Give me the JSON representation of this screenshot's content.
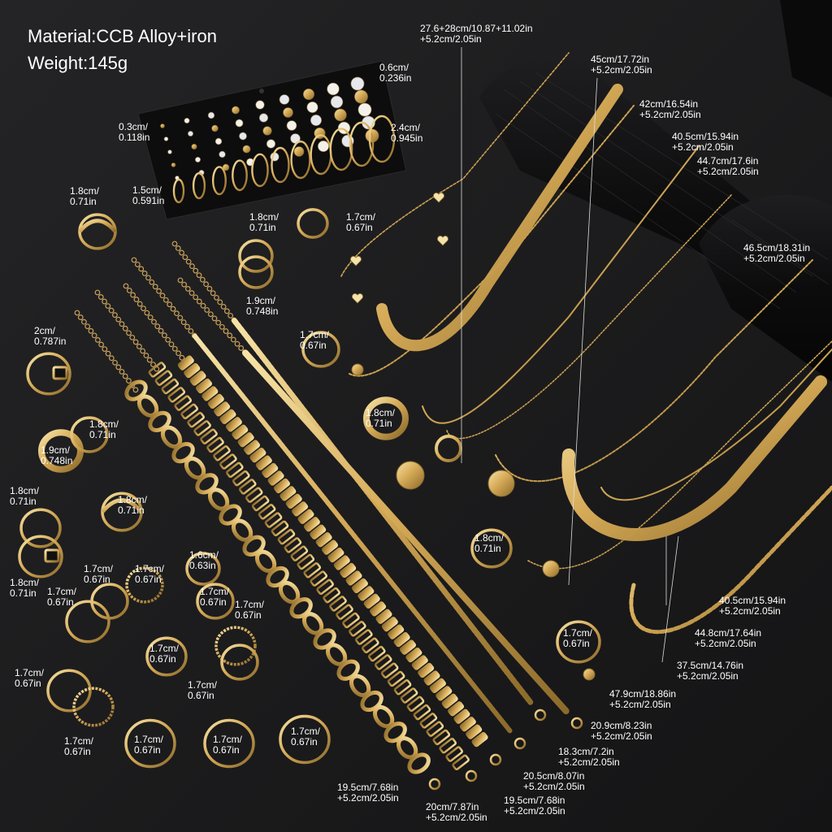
{
  "header": {
    "material": "Material:CCB Alloy+iron",
    "weight": "Weight:145g"
  },
  "colors": {
    "background": "#1b1b1c",
    "gold": "#d8b060",
    "gold_light": "#f3dc9a",
    "gold_dark": "#8a6a2c",
    "card": "#0d0d0e",
    "text": "#ffffff"
  },
  "earrings": [
    {
      "a": "0.6cm/",
      "b": "0.236in"
    },
    {
      "a": "0.3cm/",
      "b": "0.118in"
    },
    {
      "a": "2.4cm/",
      "b": "0.945in"
    },
    {
      "a": "1.5cm/",
      "b": "0.591in"
    }
  ],
  "rings": [
    {
      "a": "1.8cm/",
      "b": "0.71in"
    },
    {
      "a": "1.8cm/",
      "b": "0.71in"
    },
    {
      "a": "1.7cm/",
      "b": "0.67in"
    },
    {
      "a": "1.9cm/",
      "b": "0.748in"
    },
    {
      "a": "1.7cm/",
      "b": "0.67in"
    },
    {
      "a": "1.8cm/",
      "b": "0.71in"
    },
    {
      "a": "2cm/",
      "b": "0.787in"
    },
    {
      "a": "1.8cm/",
      "b": "0.71in"
    },
    {
      "a": "1.9cm/",
      "b": "0.748in"
    },
    {
      "a": "1.8cm/",
      "b": "0.71in"
    },
    {
      "a": "1.8cm/",
      "b": "0.71in"
    },
    {
      "a": "1.8cm/",
      "b": "0.71in"
    },
    {
      "a": "1.8cm/",
      "b": "0.71in"
    },
    {
      "a": "1.7cm/",
      "b": "0.67in"
    },
    {
      "a": "1.7cm/",
      "b": "0.67in"
    },
    {
      "a": "1.7cm/",
      "b": "0.67in"
    },
    {
      "a": "1.6cm/",
      "b": "0.63in"
    },
    {
      "a": "1.7cm/",
      "b": "0.67in"
    },
    {
      "a": "1.7cm/",
      "b": "0.67in"
    },
    {
      "a": "1.7cm/",
      "b": "0.67in"
    },
    {
      "a": "1.7cm/",
      "b": "0.67in"
    },
    {
      "a": "1.7cm/",
      "b": "0.67in"
    },
    {
      "a": "1.7cm/",
      "b": "0.67in"
    },
    {
      "a": "1.7cm/",
      "b": "0.67in"
    },
    {
      "a": "1.7cm/",
      "b": "0.67in"
    },
    {
      "a": "1.7cm/",
      "b": "0.67in"
    },
    {
      "a": "1.7cm/",
      "b": "0.67in"
    }
  ],
  "necklaces": [
    {
      "a": "27.6+28cm/10.87+11.02in",
      "b": "+5.2cm/2.05in"
    },
    {
      "a": "45cm/17.72in",
      "b": "+5.2cm/2.05in"
    },
    {
      "a": "42cm/16.54in",
      "b": "+5.2cm/2.05in"
    },
    {
      "a": "40.5cm/15.94in",
      "b": "+5.2cm/2.05in"
    },
    {
      "a": "44.7cm/17.6in",
      "b": "+5.2cm/2.05in"
    },
    {
      "a": "46.5cm/18.31in",
      "b": "+5.2cm/2.05in"
    },
    {
      "a": "40.5cm/15.94in",
      "b": "+5.2cm/2.05in"
    },
    {
      "a": "44.8cm/17.64in",
      "b": "+5.2cm/2.05in"
    },
    {
      "a": "37.5cm/14.76in",
      "b": "+5.2cm/2.05in"
    },
    {
      "a": "47.9cm/18.86in",
      "b": "+5.2cm/2.05in"
    }
  ],
  "bracelets": [
    {
      "a": "20.9cm/8.23in",
      "b": "+5.2cm/2.05in"
    },
    {
      "a": "18.3cm/7.2in",
      "b": "+5.2cm/2.05in"
    },
    {
      "a": "20.5cm/8.07in",
      "b": "+5.2cm/2.05in"
    },
    {
      "a": "19.5cm/7.68in",
      "b": "+5.2cm/2.05in"
    },
    {
      "a": "20cm/7.87in",
      "b": "+5.2cm/2.05in"
    },
    {
      "a": "19.5cm/7.68in",
      "b": "+5.2cm/2.05in"
    }
  ]
}
